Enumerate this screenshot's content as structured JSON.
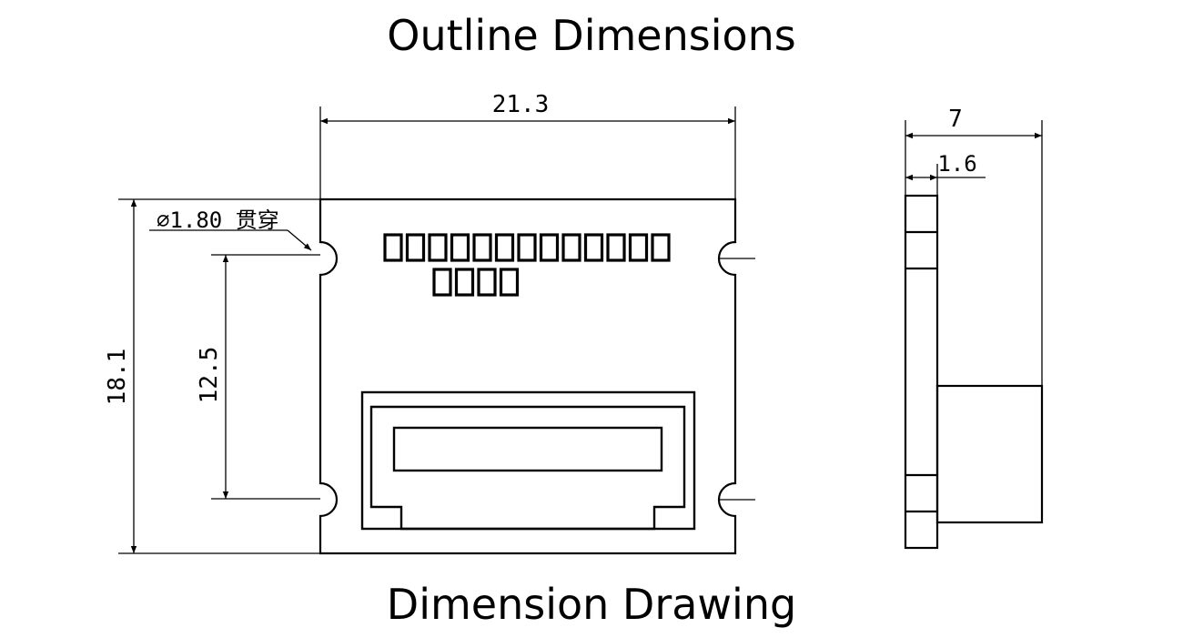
{
  "title": "Outline Dimensions",
  "subtitle": "Dimension Drawing",
  "dimensions": {
    "width": "21.3",
    "height": "18.1",
    "hole_spacing": "12.5",
    "hole_note": "∅1.80 贯穿",
    "depth": "7",
    "board_thickness": "1.6"
  },
  "placeholder_glyphs": {
    "row1_count": 13,
    "row2_count": 4
  },
  "colors": {
    "line": "#000000",
    "background": "#ffffff"
  }
}
